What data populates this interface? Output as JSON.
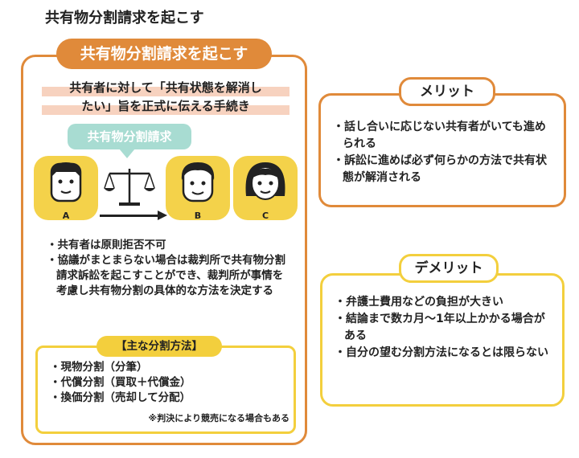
{
  "page_title": "共有物分割請求を起こす",
  "main": {
    "label": "共有物分割請求を起こす",
    "description": [
      "共有者に対して「共有状態を解消し",
      "たい」旨を正式に伝える手続き"
    ],
    "bubble": "共有物分割請求",
    "persons": [
      "A",
      "B",
      "C"
    ],
    "points": [
      "・共有者は原則拒否不可",
      "・協議がまとまらない場合は裁判所で共有物分割請求訴訟を起こすことができ、裁判所が事情を考慮し共有物分割の具体的な方法を決定する"
    ],
    "methods": {
      "label": "【主な分割方法】",
      "items": [
        "・現物分割（分筆）",
        "・代償分割（買取＋代償金）",
        "・換価分割（売却して分配）"
      ],
      "note": "※判決により競売になる場合もある"
    }
  },
  "merit": {
    "label": "メリット",
    "items": [
      "・話し合いに応じない共有者がいても進められる",
      "・訴訟に進めば必ず何らかの方法で共有状態が解消される"
    ]
  },
  "demerit": {
    "label": "デメリット",
    "items": [
      "・弁護士費用などの負担が大きい",
      "・結論まで数カ月〜1年以上かかる場合がある",
      "・自分の望む分割方法になるとは限らない"
    ]
  },
  "colors": {
    "orange": "#e08a3a",
    "yellow": "#f3cf3d",
    "teal": "#a8dcd2",
    "highlight": "#f7d2bf"
  },
  "icons": [
    "man-face-icon",
    "scales-icon",
    "woman-face-icon",
    "arrow-right-icon"
  ]
}
